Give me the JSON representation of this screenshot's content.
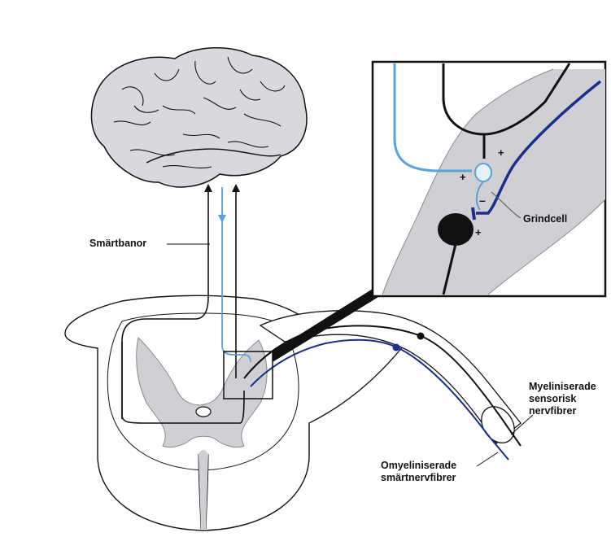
{
  "labels": {
    "pain_pathways": "Smärtbanor",
    "gate_cell": "Grindcell",
    "myelinated_line1": "Myeliniserade",
    "myelinated_line2": "sensorisk",
    "myelinated_line3": "nervfibrer",
    "unmyelinated_line1": "Omyeliniserade",
    "unmyelinated_line2": "smärtnervfibrer",
    "plus_sign": "+",
    "minus_sign": "–"
  },
  "colors": {
    "outline": "#111111",
    "grey_matter": "#cfcfd4",
    "brain_fill": "#d9d9dd",
    "light_blue": "#5ba3d6",
    "dark_blue": "#1a2e8c",
    "inset_fill": "#ffffff"
  }
}
